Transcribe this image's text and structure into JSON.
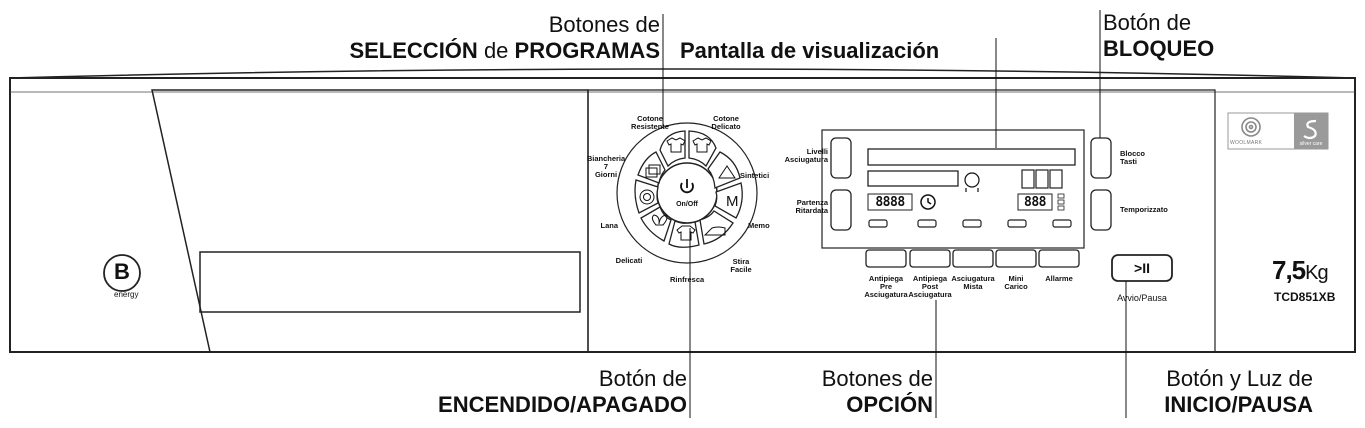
{
  "callouts": {
    "programs_line1": "Botones de",
    "programs_b1": "SELECCIÓN",
    "programs_mid": "de",
    "programs_b2": "PROGRAMAS",
    "display": "Pantalla de visualización",
    "lock_line1": "Botón de",
    "lock_b": "BLOQUEO",
    "power_line1": "Botón de",
    "power_b": "ENCENDIDO/APAGADO",
    "options_line1": "Botones de",
    "options_b": "OPCIÓN",
    "start_line1": "Botón y Luz de",
    "start_b": "INICIO/PAUSA"
  },
  "programs": {
    "cotone_resistente": [
      "Cotone",
      "Resistente"
    ],
    "cotone_delicato": [
      "Cotone",
      "Delicato"
    ],
    "sintetici": "Sintetici",
    "memo": "Memo",
    "stira_facile": [
      "Stira",
      "Facile"
    ],
    "rinfresca": "Rinfresca",
    "delicati": "Delicati",
    "lana": "Lana",
    "biancheria": [
      "Biancheria",
      "7",
      "Giorni"
    ],
    "on_off": "On/Off",
    "memo_key": "M"
  },
  "display": {
    "livelli": [
      "Livelli",
      "Asciugatura"
    ],
    "partenza": [
      "Partenza",
      "Ritardata"
    ],
    "digits_left": "8888",
    "digits_right": "888"
  },
  "lock": {
    "blocco": [
      "Blocco",
      "Tasti"
    ],
    "temporizzato": "Temporizzato"
  },
  "options": [
    [
      "Antipiega",
      "Pre",
      "Asciugatura"
    ],
    [
      "Antipiega",
      "Post",
      "Asciugatura"
    ],
    [
      "Asciugatura",
      "Mista"
    ],
    [
      "Mini",
      "Carico"
    ],
    [
      "Allarme"
    ]
  ],
  "start": {
    "symbol": ">II",
    "label": "Avvio/Pausa"
  },
  "brand": {
    "energy_letter": "B",
    "energy_word": "energy",
    "woolmark": "WOOLMARK",
    "silver_care": "silver care",
    "capacity_num": "7,5",
    "capacity_unit": "Kg",
    "model": "TCD851XB"
  }
}
